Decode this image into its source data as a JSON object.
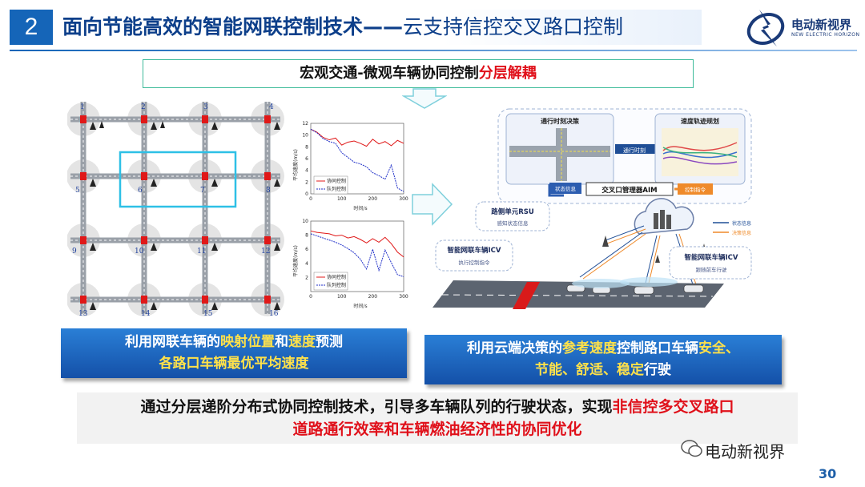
{
  "header": {
    "section_number": "2",
    "title_main": "面向节能高效的智能网联控制技术——",
    "title_sub": "云支持信控交叉路口控制"
  },
  "logo": {
    "name": "电动新视界",
    "subtitle": "NEW ELECTRIC HORIZON"
  },
  "macro_box": {
    "text": "宏观交通-微观车辆协同控制",
    "highlight": "分层解耦"
  },
  "grid": {
    "node_labels": [
      "1",
      "2",
      "3",
      "4",
      "5",
      "6",
      "7",
      "8",
      "9",
      "10",
      "11",
      "12",
      "13",
      "14",
      "15",
      "16"
    ]
  },
  "mini_charts": {
    "ylabel": "平均速度(m/s)",
    "xlabel": "时间/s",
    "legend_coop": "协同控制",
    "legend_platoon": "队列控制"
  },
  "chart_data": [
    {
      "type": "line",
      "xlabel": "时间/s",
      "ylabel": "平均速度(m/s)",
      "xlim": [
        0,
        300
      ],
      "ylim": [
        0,
        12
      ],
      "x_ticks": [
        0,
        100,
        200,
        300
      ],
      "y_ticks": [
        0,
        2,
        4,
        6,
        8,
        10,
        12
      ],
      "series": [
        {
          "name": "协同控制",
          "color": "#e01818",
          "style": "solid",
          "x": [
            0,
            20,
            40,
            60,
            80,
            100,
            120,
            140,
            160,
            180,
            200,
            220,
            240,
            260,
            280,
            300
          ],
          "y": [
            11,
            10.5,
            9.6,
            9.2,
            9.5,
            8.3,
            8.8,
            9.0,
            8.6,
            8.1,
            9.3,
            8.5,
            8.9,
            8.2,
            9.1,
            8.6
          ]
        },
        {
          "name": "队列控制",
          "color": "#1f2fc8",
          "style": "dashed",
          "x": [
            0,
            20,
            40,
            60,
            80,
            100,
            120,
            140,
            160,
            180,
            200,
            220,
            240,
            260,
            280,
            300
          ],
          "y": [
            11,
            10.4,
            9.4,
            8.9,
            8.6,
            7.0,
            6.2,
            5.4,
            5.1,
            4.6,
            3.6,
            3.1,
            2.5,
            4.9,
            1.0,
            0.4
          ]
        }
      ]
    },
    {
      "type": "line",
      "xlabel": "时间/s",
      "ylabel": "平均速度(m/s)",
      "xlim": [
        0,
        300
      ],
      "ylim": [
        0,
        10
      ],
      "x_ticks": [
        0,
        100,
        200,
        300
      ],
      "y_ticks": [
        2,
        4,
        6,
        8,
        10
      ],
      "series": [
        {
          "name": "协同控制",
          "color": "#e01818",
          "style": "solid",
          "x": [
            0,
            20,
            40,
            60,
            80,
            100,
            120,
            140,
            160,
            180,
            200,
            220,
            240,
            260,
            280,
            300
          ],
          "y": [
            8.6,
            8.4,
            8.3,
            8.2,
            7.9,
            8.0,
            7.6,
            7.8,
            7.4,
            6.9,
            7.5,
            7.0,
            7.7,
            6.8,
            5.6,
            4.9
          ]
        },
        {
          "name": "队列控制",
          "color": "#1f2fc8",
          "style": "dashed",
          "x": [
            0,
            20,
            40,
            60,
            80,
            100,
            120,
            140,
            160,
            180,
            200,
            220,
            240,
            260,
            280,
            300
          ],
          "y": [
            8.2,
            7.9,
            7.6,
            7.3,
            7.0,
            6.6,
            6.1,
            5.5,
            4.6,
            3.2,
            6.0,
            3.0,
            5.9,
            4.1,
            2.4,
            2.1
          ]
        }
      ]
    }
  ],
  "cloud_diagram": {
    "panel_left_title": "通行时刻决策",
    "flow_label": "通行时刻",
    "panel_right_title": "速度轨迹规划",
    "state_label": "状态信息",
    "aim_label": "交叉口管理器AIM",
    "control_label": "控制指令",
    "rsu_title": "路侧单元RSU",
    "rsu_sub": "感知状态信息",
    "icv_left_title": "智能网联车辆ICV",
    "icv_left_sub": "执行控制指令",
    "icv_right_title": "智能网联车辆ICV",
    "icv_right_sub": "跟随前车行驶",
    "legend_state": "状态信息",
    "legend_decision": "决策信息"
  },
  "colors": {
    "brand_blue": "#1565b8",
    "highlight_red": "#e0101a",
    "highlight_yellow": "#ffe14a"
  },
  "box_left": {
    "l1_a": "利用网联车辆的",
    "l1_b": "映射位置",
    "l1_c": "和",
    "l1_d": "速度",
    "l1_e": "预测",
    "l2": "各路口车辆最优平均速度"
  },
  "box_right": {
    "l1_a": "利用云端决策的",
    "l1_b": "参考速度",
    "l1_c": "控制路口车辆",
    "l1_d": "安全、",
    "l2_a": "节能、舒适、稳定",
    "l2_b": "行驶"
  },
  "bottom": {
    "l1_a": "通过分层递阶分布式协同控制技术，引导多车辆队列的行驶状态，实现",
    "l1_b": "非信控多交叉路口",
    "l2": "道路通行效率和车辆燃油经济性的协同优化"
  },
  "watermark": "电动新视界",
  "page_number": "30"
}
